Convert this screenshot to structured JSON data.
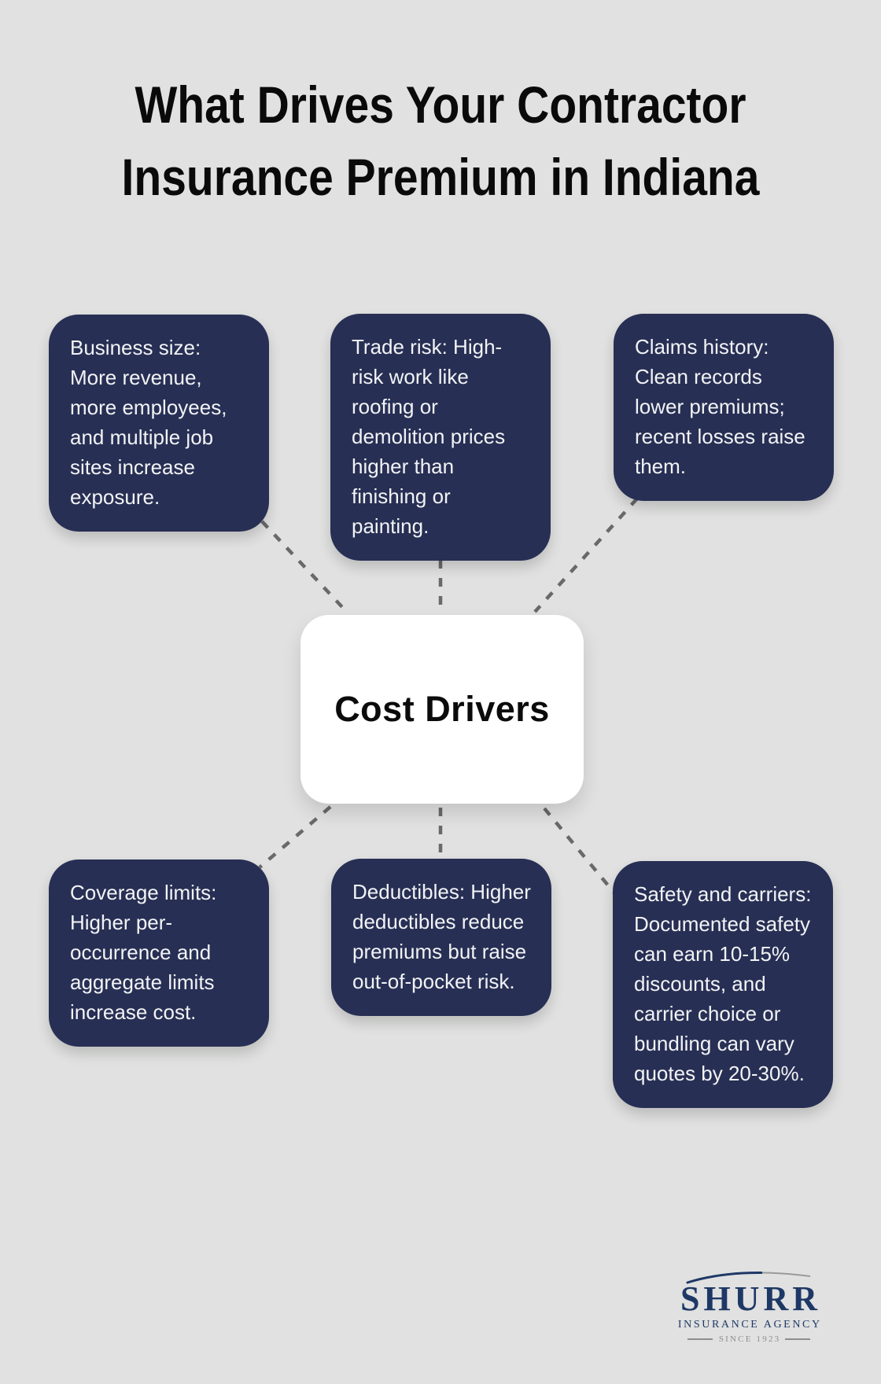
{
  "title": {
    "line1": "What Drives Your Contractor",
    "line2": "Insurance Premium in Indiana"
  },
  "center": {
    "label": "Cost Drivers"
  },
  "factors": [
    {
      "id": "business-size",
      "text": "Business size: More revenue, more employees, and multiple job sites increase exposure."
    },
    {
      "id": "trade-risk",
      "text": "Trade risk: High-risk work like roofing or demolition prices higher than finishing or painting."
    },
    {
      "id": "claims-history",
      "text": "Claims history: Clean records lower premiums; recent losses raise them."
    },
    {
      "id": "coverage-limits",
      "text": "Coverage limits: Higher per-occurrence and aggregate limits increase cost."
    },
    {
      "id": "deductibles",
      "text": "Deductibles: Higher deductibles reduce premiums but raise out-of-pocket risk."
    },
    {
      "id": "safety-carriers",
      "text": "Safety and carriers: Documented safety can earn 10-15% discounts, and carrier choice or bundling can vary quotes by 20-30%."
    }
  ],
  "logo": {
    "name": "SHURR",
    "subtitle": "INSURANCE AGENCY",
    "tagline": "SINCE 1923"
  },
  "colors": {
    "bg": "#e0e1e0",
    "navy": "#272f54",
    "box_text": "#f2f3f5",
    "dash": "#696969",
    "center_bg": "#ffffff",
    "center_text": "#0b0b0b",
    "title_color": "#0a0a0a",
    "logo_navy": "#1e3866",
    "logo_gray": "#8e8e8e"
  }
}
